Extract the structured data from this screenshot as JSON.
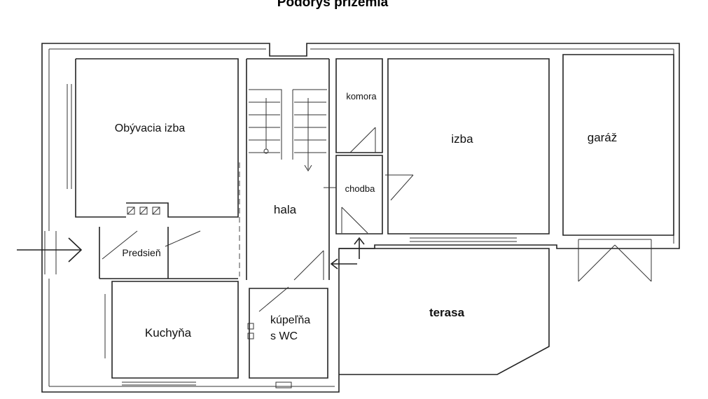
{
  "title": "Pôdorys prízemia",
  "rooms": {
    "obyvacia": "Obývacia izba",
    "komora": "komora",
    "izba": "izba",
    "garaz": "garáž",
    "chodba": "chodba",
    "hala": "hala",
    "predsien": "Predsieň",
    "kuchyna": "Kuchyňa",
    "kupelna_1": "kúpeľňa",
    "kupelna_2": "s WC",
    "terasa": "terasa"
  }
}
